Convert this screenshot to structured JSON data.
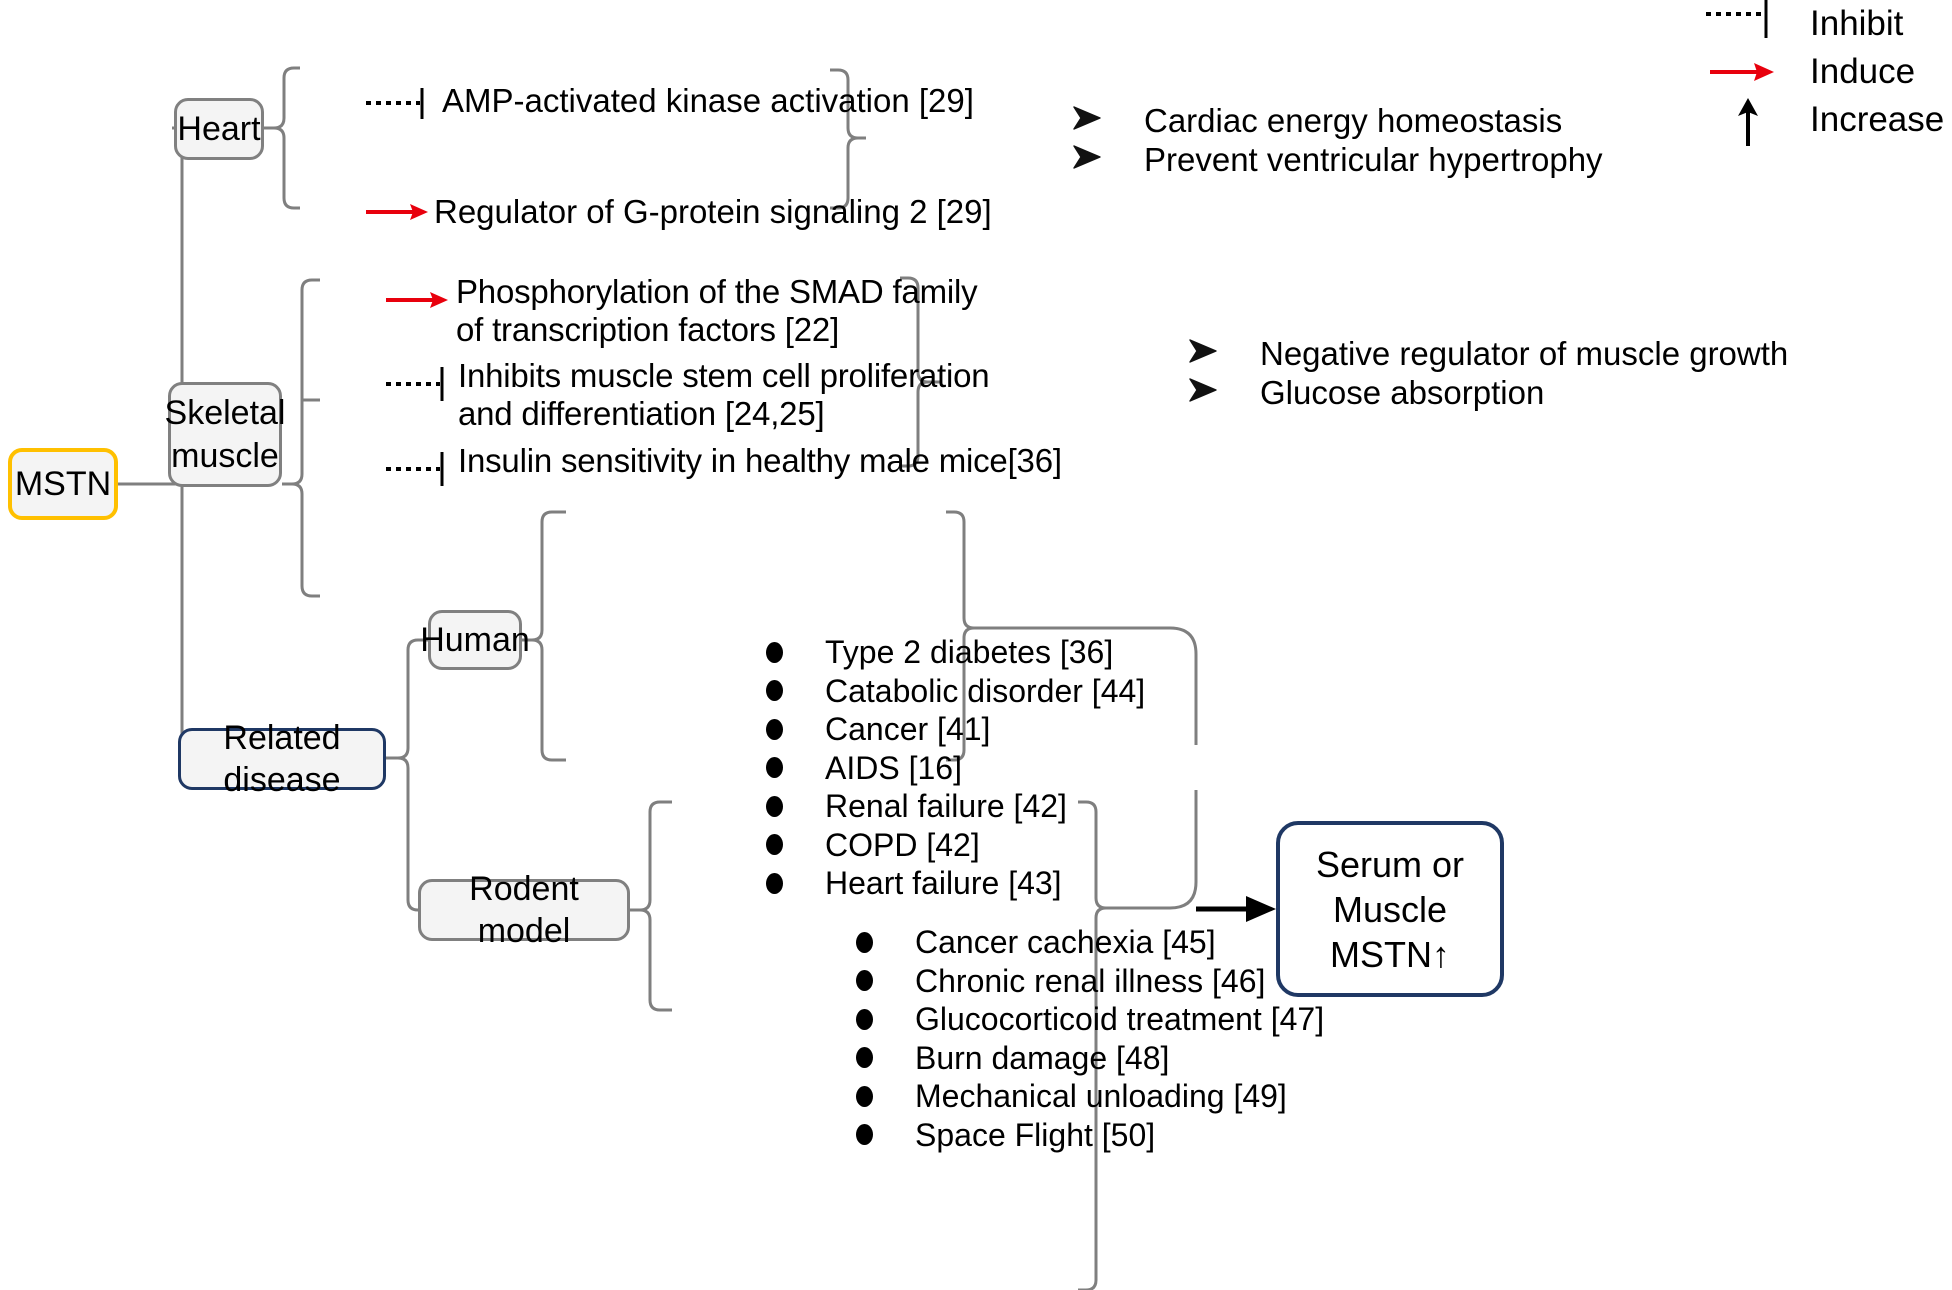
{
  "root": {
    "label": "MSTN"
  },
  "legend": {
    "items": [
      {
        "label": "Inhibit",
        "glyph": "inhibit-bar"
      },
      {
        "label": "Induce",
        "glyph": "red-arrow"
      },
      {
        "label": "Increase",
        "glyph": "up-arrow"
      }
    ]
  },
  "branches": {
    "heart": {
      "label": "Heart",
      "effects": [
        {
          "text": "AMP-activated kinase activation ",
          "ref": "[29]",
          "relation": "inhibit"
        },
        {
          "text": "Regulator of G-protein signaling 2 ",
          "ref": "[29]",
          "relation": "induce"
        }
      ],
      "outcomes": [
        "Cardiac energy homeostasis",
        "Prevent ventricular hypertrophy"
      ]
    },
    "skeletal_muscle": {
      "label": "Skeletal\nmuscle",
      "effects": [
        {
          "text": "Phosphorylation of the SMAD family\nof transcription factors [22]",
          "relation": "induce"
        },
        {
          "text": "Inhibits muscle stem cell proliferation\nand differentiation [24,25]",
          "relation": "inhibit"
        },
        {
          "text": "Insulin sensitivity in healthy male mice[36]",
          "relation": "inhibit"
        }
      ],
      "outcomes": [
        "Negative regulator of muscle growth",
        "Glucose absorption"
      ]
    },
    "related_disease": {
      "label": "Related disease",
      "groups": [
        {
          "label": "Human",
          "items": [
            "Type 2 diabetes [36]",
            "Catabolic disorder [44]",
            "Cancer [41]",
            "AIDS [16]",
            "Renal failure [42]",
            "COPD  [42]",
            "Heart failure [43]"
          ]
        },
        {
          "label": "Rodent model",
          "items": [
            "Cancer cachexia [45]",
            "Chronic renal illness [46]",
            "Glucocorticoid treatment [47]",
            "Burn damage [48]",
            "Mechanical unloading [49]",
            "Space Flight  [50]"
          ]
        }
      ]
    }
  },
  "output": {
    "label": "Serum or\nMuscle\nMSTN↑"
  },
  "colors": {
    "induce_red": "#e8000d",
    "node_border_gray": "#808080",
    "node_fill": "#f4f4f4",
    "navy": "#1f3864",
    "gold": "#ffc000",
    "wire_gray": "#7f7f7f"
  }
}
